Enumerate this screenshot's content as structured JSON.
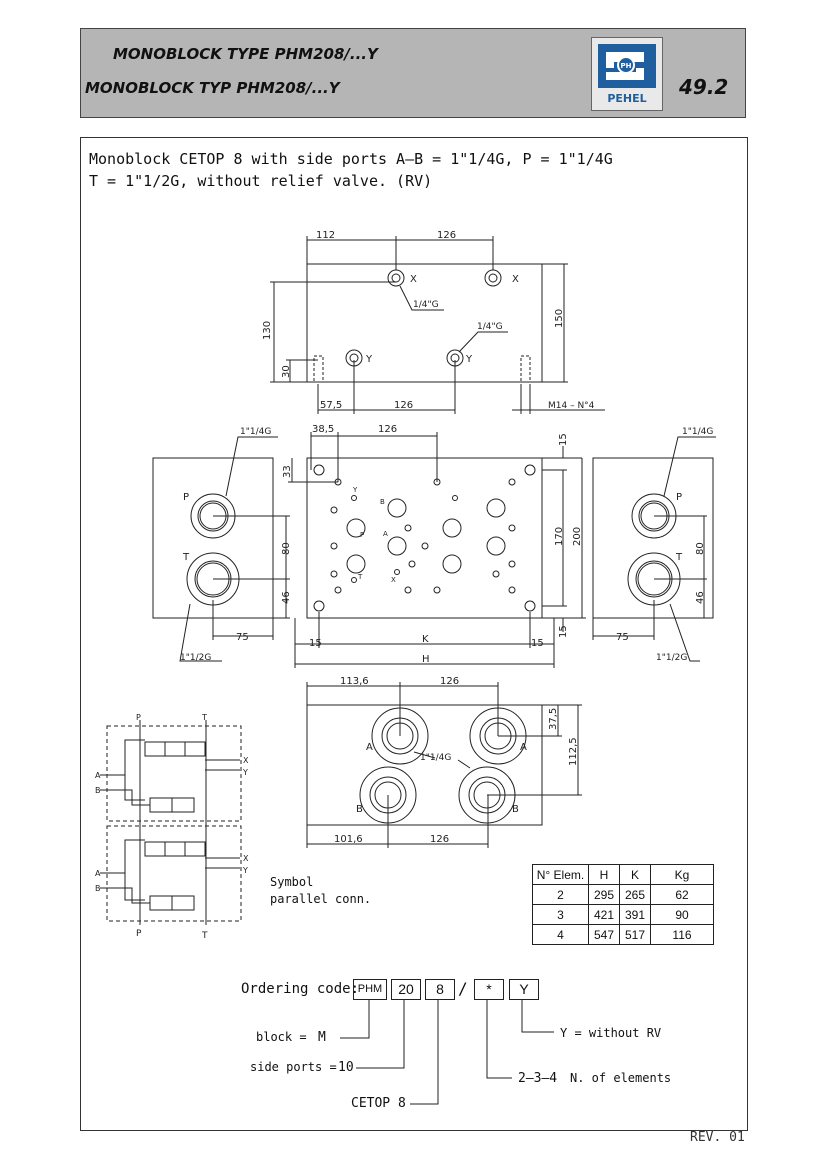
{
  "header": {
    "title_line1": "MONOBLOCK TYPE PHM208/...Y",
    "title_line2": "MONOBLOCK TYP PHM208/...Y",
    "page_number": "49.2",
    "logo_text": "PEHEL",
    "logo_badge": "PH"
  },
  "description": {
    "line1": "Monoblock CETOP 8 with side ports A–B = 1\"1/4G, P = 1\"1/4G",
    "line2": "T = 1\"1/2G, without relief valve. (RV)"
  },
  "top_view": {
    "dim_112": "112",
    "dim_126": "126",
    "dim_130": "130",
    "dim_150": "150",
    "dim_30": "30",
    "dim_57_5": "57,5",
    "dim_126b": "126",
    "thread_label": "M14 – N°4",
    "port_x": "X",
    "port_y": "Y",
    "gauge_1": "1/4\"G",
    "gauge_2": "1/4\"G"
  },
  "front_view": {
    "dim_38_5": "38,5",
    "dim_126": "126",
    "dim_15a": "15",
    "dim_170": "170",
    "dim_200": "200",
    "dim_15b": "15",
    "dim_33": "33",
    "dim_15c": "15",
    "dim_15d": "15",
    "dim_K": "K",
    "dim_H": "H",
    "small_y": "Y",
    "small_b": "B",
    "small_a": "A",
    "small_p": "P",
    "small_t": "T",
    "small_x": "X"
  },
  "side_view_left": {
    "thread_top": "1\"1/4G",
    "port_p": "P",
    "port_t": "T",
    "dim_80": "80",
    "dim_46": "46",
    "dim_75": "75",
    "thread_bottom": "1\"1/2G"
  },
  "side_view_right": {
    "thread_top": "1\"1/4G",
    "port_p": "P",
    "port_t": "T",
    "dim_80": "80",
    "dim_46": "46",
    "dim_75": "75",
    "thread_bottom": "1\"1/2G"
  },
  "bottom_view": {
    "dim_113_6": "113,6",
    "dim_126": "126",
    "dim_37_5": "37,5",
    "dim_112_5": "112,5",
    "dim_101_6": "101,6",
    "dim_126b": "126",
    "thread": "1\"1/4G",
    "port_a": "A",
    "port_b": "B"
  },
  "symbol": {
    "label_line1": "Symbol",
    "label_line2": "parallel conn.",
    "p": "P",
    "t": "T",
    "a": "A",
    "b": "B",
    "x": "X",
    "y": "Y"
  },
  "elements_table": {
    "headers": [
      "N° Elem.",
      "H",
      "K",
      "Kg"
    ],
    "rows": [
      [
        "2",
        "295",
        "265",
        "62"
      ],
      [
        "3",
        "421",
        "391",
        "90"
      ],
      [
        "4",
        "547",
        "517",
        "116"
      ]
    ]
  },
  "ordering": {
    "label": "Ordering code:",
    "codes": [
      "PHM",
      "20",
      "8",
      "/",
      "*",
      "Y"
    ],
    "block_label": "block =",
    "block_value": "M",
    "side_ports_label": "side ports =",
    "side_ports_value": "10",
    "cetop_label": "CETOP 8",
    "elements_value": "2–3–4",
    "elements_label": "N. of elements",
    "y_label": "Y = without RV"
  },
  "revision": "REV. 01",
  "colors": {
    "header_bg": "#b5b5b5",
    "logo_blue": "#1f5f9f",
    "line": "#222222"
  }
}
